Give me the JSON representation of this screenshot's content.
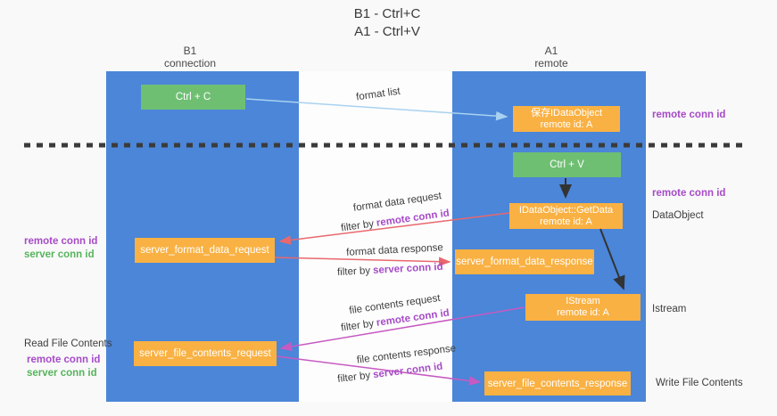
{
  "title": {
    "line1": "B1 - Ctrl+C",
    "line2": "A1 - Ctrl+V"
  },
  "lanes": {
    "left": {
      "name": "B1",
      "role": "connection"
    },
    "right": {
      "name": "A1",
      "role": "remote"
    }
  },
  "nodes": {
    "ctrl_c": {
      "label": "Ctrl + C"
    },
    "save_idataobject": {
      "line1": "保存IDataObject",
      "line2": "remote id: A"
    },
    "ctrl_v": {
      "label": "Ctrl + V"
    },
    "getdata": {
      "line1": "IDataObject::GetData",
      "line2": "remote id: A"
    },
    "server_format_data_request": {
      "label": "server_format_data_request"
    },
    "server_format_data_response": {
      "label": "server_format_data_response"
    },
    "istream": {
      "line1": "IStream",
      "line2": "remote id: A"
    },
    "server_file_contents_request": {
      "label": "server_file_contents_request"
    },
    "server_file_contents_response": {
      "label": "server_file_contents_response"
    }
  },
  "arrow_labels": {
    "format_list": "format list",
    "format_data_request": "format data request",
    "format_data_response": "format data response",
    "file_contents_request": "file contents request",
    "file_contents_response": "file contents response",
    "filter_by": "filter by",
    "remote_conn_id": "remote conn id",
    "server_conn_id": "server conn id"
  },
  "annotations": {
    "remote_conn_id_top_right": "remote conn id",
    "remote_conn_id_mid_right": "remote conn id",
    "dataobject": "DataObject",
    "istream": "Istream",
    "write_file_contents": "Write File Contents",
    "remote_conn_id_left_1": "remote conn id",
    "server_conn_id_left_1": "server conn id",
    "read_file_contents": "Read File Contents",
    "remote_conn_id_left_2": "remote conn id",
    "server_conn_id_left_2": "server conn id"
  },
  "colors": {
    "lane_blue": "#4b86d8",
    "node_green": "#6fbf73",
    "node_orange": "#f9b143",
    "arrow_light_blue": "#a9d2f0",
    "arrow_red": "#e8686e",
    "arrow_magenta": "#c75ac2",
    "arrow_black": "#333333",
    "text_purple": "#a64bc7",
    "text_green": "#56b45c",
    "background": "#f9f9f9"
  }
}
